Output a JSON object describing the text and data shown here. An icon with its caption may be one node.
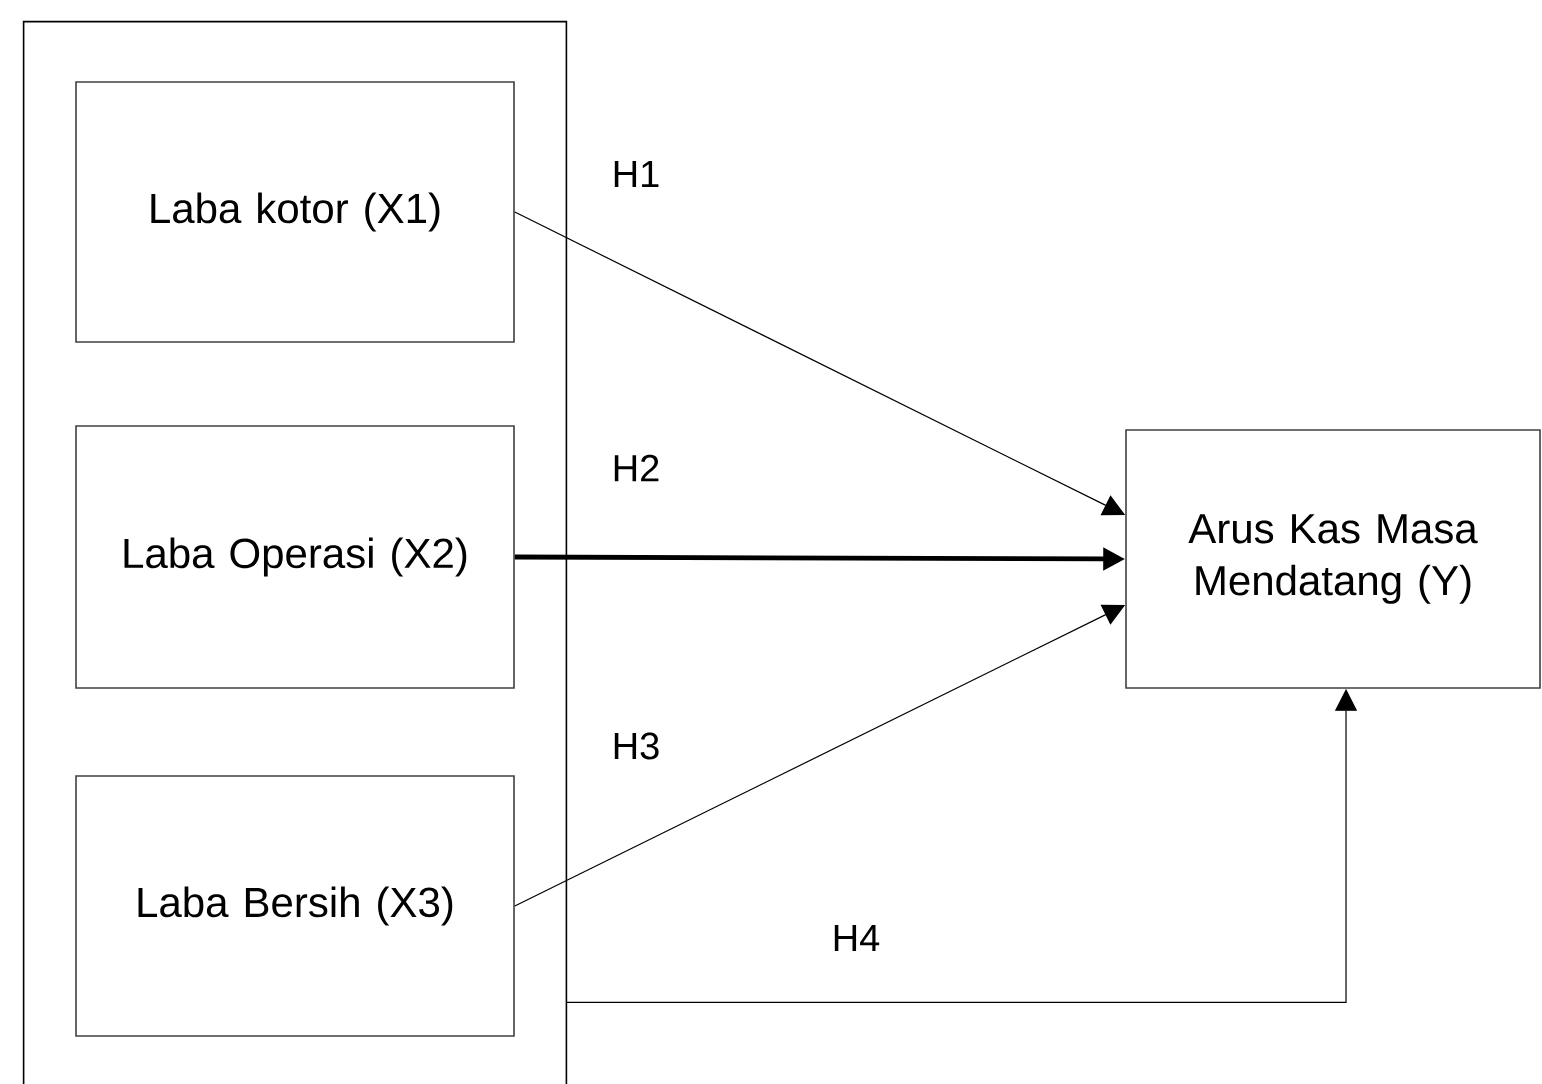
{
  "diagram": {
    "nodes": [
      {
        "text": [],
        "shape": "box"
      },
      {
        "text": [
          "Laba kotor (X1)"
        ],
        "in": 0
      },
      {
        "text": [
          "Laba Operasi (X2)"
        ],
        "in": 0
      },
      {
        "text": [
          "Laba Bersih (X3)"
        ],
        "in": 0
      },
      {
        "text": [
          "Arus Kas Masa Mendatang (Y)"
        ]
      }
    ],
    "edges": [
      {
        "from": 1,
        "to": 4,
        "arrow": "to",
        "label": "H1"
      },
      {
        "from": 2,
        "to": 4,
        "arrow": "to",
        "label": "H2",
        "style": "thick"
      },
      {
        "from": 3,
        "to": 4,
        "arrow": "to",
        "label": "H3"
      },
      {
        "from": 0,
        "to": 4,
        "arrow": "to",
        "label": "H4"
      }
    ]
  }
}
